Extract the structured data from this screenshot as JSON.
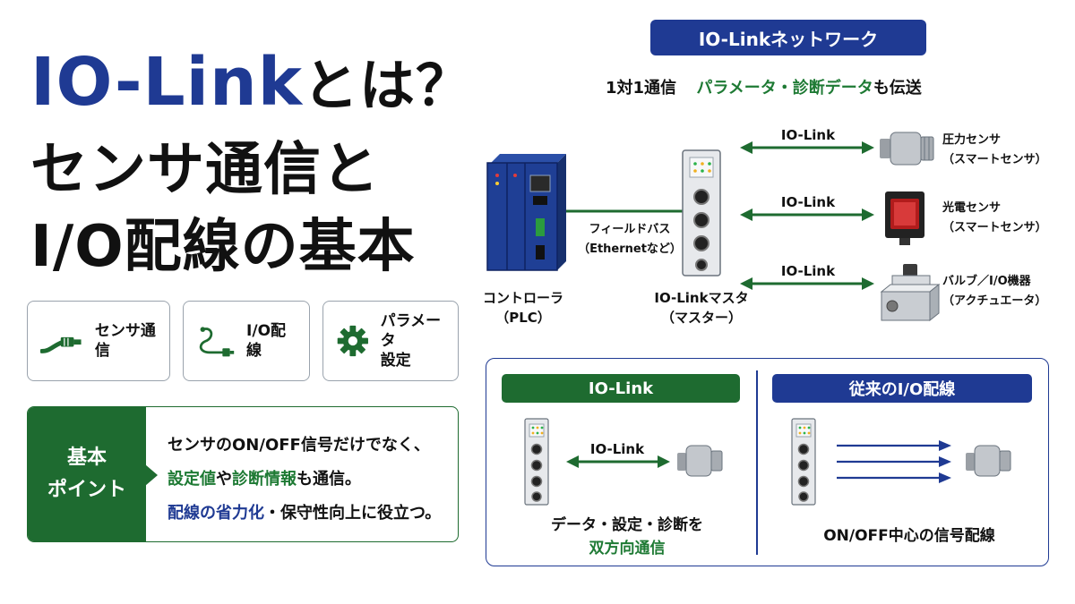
{
  "title": {
    "brand": "IO-Link",
    "suffix": "とは？",
    "line2": "センサ通信と",
    "line3": "I/O配線の基本"
  },
  "cards": [
    {
      "icon": "cable-icon",
      "label": "センサ通信"
    },
    {
      "icon": "wiring-icon",
      "label": "I/O配線"
    },
    {
      "icon": "gear-icon",
      "label_line1": "パラメータ",
      "label_line2": "設定"
    }
  ],
  "point": {
    "tag_line1": "基本",
    "tag_line2": "ポイント",
    "line1": "センサのON/OFF信号だけでなく、",
    "line2_a": "設定値",
    "line2_b": "や",
    "line2_c": "診断情報",
    "line2_d": "も通信。",
    "line3_a": "配線の省力化",
    "line3_b": "・保守性向上に役立つ。"
  },
  "network": {
    "title": "IO-Linkネットワーク",
    "sub_a": "1対1通信",
    "sub_b": "パラメータ・診断データ",
    "sub_c": "も伝送",
    "plc_line1": "コントローラ",
    "plc_line2": "（PLC）",
    "bus_line1": "フィールドバス",
    "bus_line2": "（Ethernetなど）",
    "master_line1": "IO-Linkマスタ",
    "master_line2": "（マスター）",
    "link_label": "IO-Link",
    "devices": [
      {
        "line1": "圧力センサ",
        "line2": "（スマートセンサ）"
      },
      {
        "line1": "光電センサ",
        "line2": "（スマートセンサ）"
      },
      {
        "line1": "バルブ／I/O機器",
        "line2": "（アクチュエータ）"
      }
    ]
  },
  "compare": {
    "left_title": "IO-Link",
    "left_link": "IO-Link",
    "left_caption1": "データ・設定・診断を",
    "left_caption2": "双方向通信",
    "right_title": "従来のI/O配線",
    "right_caption": "ON/OFF中心の信号配線"
  },
  "colors": {
    "brand_blue": "#1f3a93",
    "brand_green": "#1e6b30",
    "accent_green": "#1e7a34"
  }
}
